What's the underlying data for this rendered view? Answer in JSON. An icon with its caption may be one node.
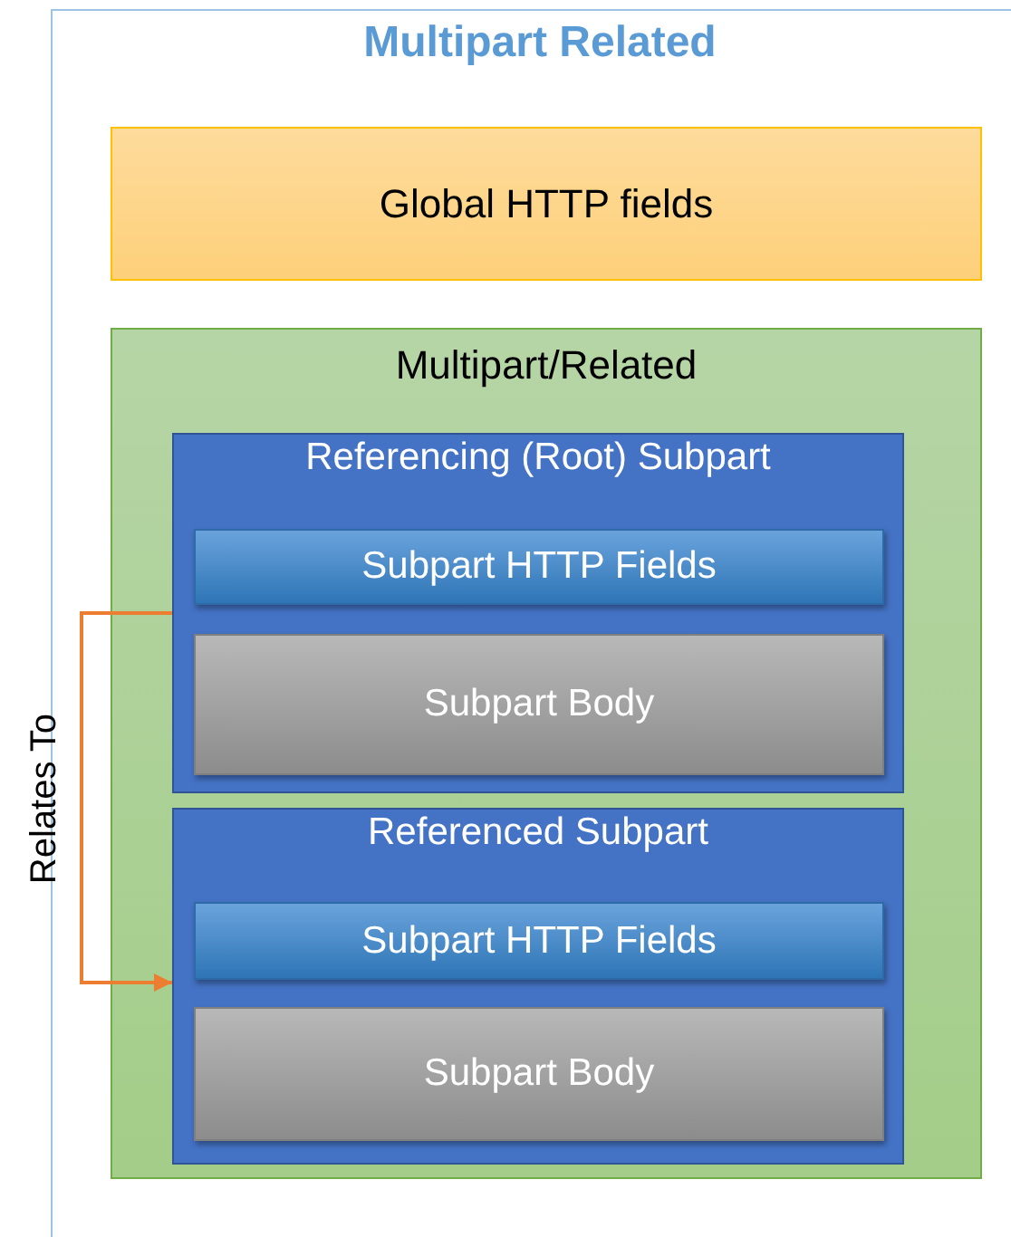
{
  "diagram": {
    "nodes": [
      {
        "text": [
          "Multipart Related"
        ]
      },
      {
        "text": [
          "Global HTTP fields"
        ],
        "in": 0
      },
      {
        "text": [
          "Multipart/Related"
        ],
        "in": 0
      },
      {
        "text": [
          "Referencing (Root) Subpart"
        ],
        "in": 2
      },
      {
        "text": [
          "Subpart HTTP Fields"
        ],
        "in": 3
      },
      {
        "text": [
          "Subpart Body"
        ],
        "in": 3
      },
      {
        "text": [
          "Referenced Subpart"
        ],
        "in": 2
      },
      {
        "text": [
          "Subpart HTTP Fields"
        ],
        "in": 6
      },
      {
        "text": [
          "Subpart Body"
        ],
        "in": 6
      }
    ],
    "edges": [
      {
        "from": 3,
        "to": 6,
        "arrow": "to",
        "label": "Relates To",
        "color": "#ed7d31"
      }
    ]
  }
}
